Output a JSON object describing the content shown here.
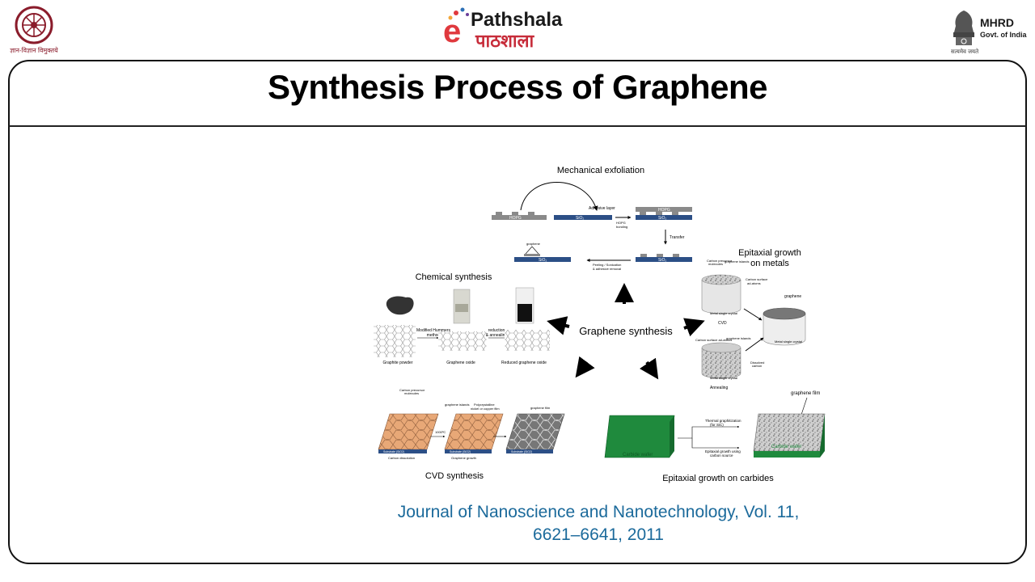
{
  "header": {
    "left_logo_subtext": "ज्ञान-विज्ञान विमुक्तये",
    "center_logo_e": "e",
    "center_logo_english": "Pathshala",
    "center_logo_hindi": "पाठशाला",
    "right_logo_title": "MHRD",
    "right_logo_subtitle": "Govt. of India",
    "right_logo_motto": "सत्यमेव जयते"
  },
  "slide": {
    "title": "Synthesis Process of Graphene"
  },
  "figure": {
    "center_label": "Graphene synthesis",
    "mechanical": {
      "title": "Mechanical exfoliation",
      "hopg": "HOPG",
      "sio2": "SiO₂",
      "adhesive": "Adhesive layer",
      "hopg_bonding_1": "HOPG",
      "hopg_bonding_2": "bonding",
      "transfer": "Transfer",
      "graphene": "graphene",
      "peeling_1": "Peeling / Sonication",
      "peeling_2": "& adhesive removal"
    },
    "chemical": {
      "title": "Chemical synthesis",
      "modified_1": "Modified Hummers",
      "modified_2": "method",
      "reduction_1": "reduction",
      "reduction_2": "& annealing",
      "graphite_powder": "Graphite powder",
      "graphene_oxide": "Graphene oxide",
      "reduced": "Reduced graphene oxide"
    },
    "metals": {
      "title_1": "Epitaxial growth",
      "title_2": "on metals",
      "carbon_precursor_1": "Carbon precursor",
      "carbon_precursor_2": "molecules",
      "graphene_islands": "graphene islands",
      "carbon_surface_1": "Carbon surface",
      "carbon_surface_2": "ad-atoms",
      "metal_crystal_1": "Metal single crystal",
      "cvd": "CVD",
      "graphene": "graphene",
      "metal_crystal_2": "Metal single crystal",
      "carbon_surface_3": "Carbon surface ad-atoms",
      "graphene_islands_2": "graphene islands",
      "dissolved_1": "Dissolved",
      "dissolved_2": "carbon",
      "metal_crystal_3": "Metal single crystal",
      "annealing": "Annealing"
    },
    "cvd": {
      "title": "CVD synthesis",
      "carbon_precursor_1": "Carbon precursor",
      "carbon_precursor_2": "molecules",
      "graphene_islands": "graphene islands",
      "polycrystalline_1": "Polycrystalline",
      "polycrystalline_2": "nickel or copper film",
      "graphene_film": "graphene film",
      "temp": "1000ºC",
      "substrate_1": "Substrate (SiO2)",
      "substrate_2": "Substrate (SiO2)",
      "substrate_3": "Substrate (SiO2)",
      "carbon_dissolution": "Carbon dissolution",
      "graphene_growth": "Graphene growth"
    },
    "carbides": {
      "title": "Epitaxial growth on carbides",
      "graphene_film": "graphene film",
      "thermal_1": "Thermal graphitization",
      "thermal_2": "(for SiC)",
      "epitaxial_1": "Epitaxial growth using",
      "epitaxial_2": "carbon source",
      "wafer_1": "Carbide wafer",
      "wafer_2": "Carbide wafer"
    }
  },
  "citation": {
    "line1": "Journal of Nanoscience and Nanotechnology, Vol. 11,",
    "line2": "6621–6641, 2011"
  }
}
